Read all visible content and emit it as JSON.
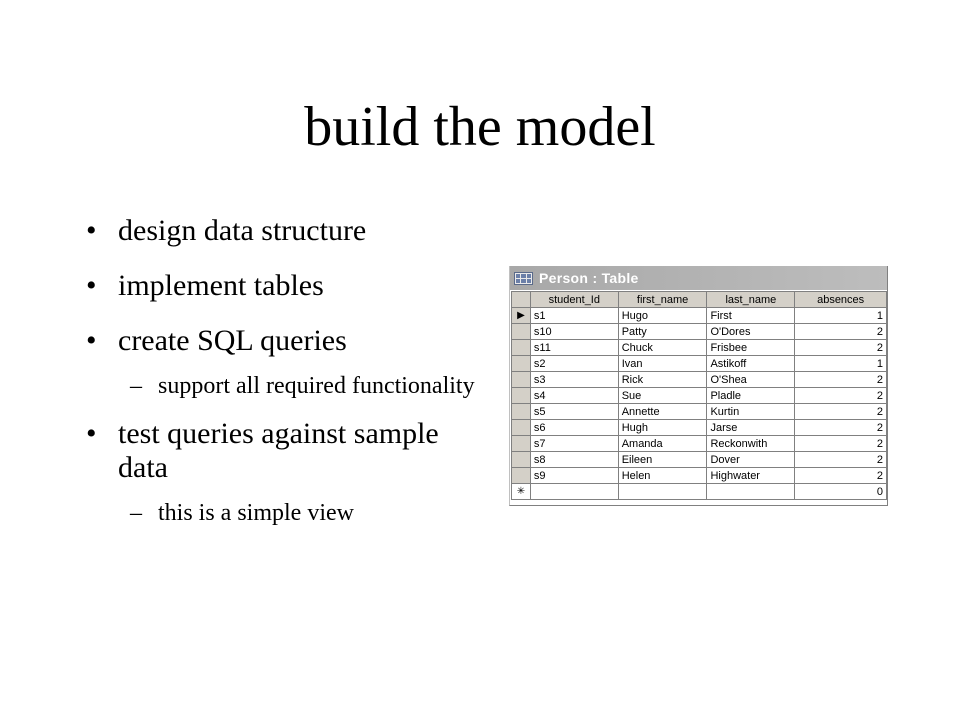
{
  "slide": {
    "title": "build the model",
    "bullets": [
      {
        "text": "design data structure"
      },
      {
        "text": "implement tables"
      },
      {
        "text": "create SQL queries",
        "subs": [
          "support all required functionality"
        ]
      },
      {
        "text": "test queries against sample data",
        "subs": [
          "this is a simple view"
        ]
      }
    ]
  },
  "table_window": {
    "title": "Person : Table",
    "columns": [
      "student_Id",
      "first_name",
      "last_name",
      "absences"
    ],
    "rows": [
      [
        "s1",
        "Hugo",
        "First",
        "1"
      ],
      [
        "s10",
        "Patty",
        "O'Dores",
        "2"
      ],
      [
        "s11",
        "Chuck",
        "Frisbee",
        "2"
      ],
      [
        "s2",
        "Ivan",
        "Astikoff",
        "1"
      ],
      [
        "s3",
        "Rick",
        "O'Shea",
        "2"
      ],
      [
        "s4",
        "Sue",
        "Pladle",
        "2"
      ],
      [
        "s5",
        "Annette",
        "Kurtin",
        "2"
      ],
      [
        "s6",
        "Hugh",
        "Jarse",
        "2"
      ],
      [
        "s7",
        "Amanda",
        "Reckonwith",
        "2"
      ],
      [
        "s8",
        "Eileen",
        "Dover",
        "2"
      ],
      [
        "s9",
        "Helen",
        "Highwater",
        "2"
      ]
    ],
    "new_row": [
      "",
      "",
      "",
      "0"
    ],
    "current_row_marker": "▶",
    "new_row_marker": "✳",
    "icons": {
      "table": "table-icon"
    }
  }
}
